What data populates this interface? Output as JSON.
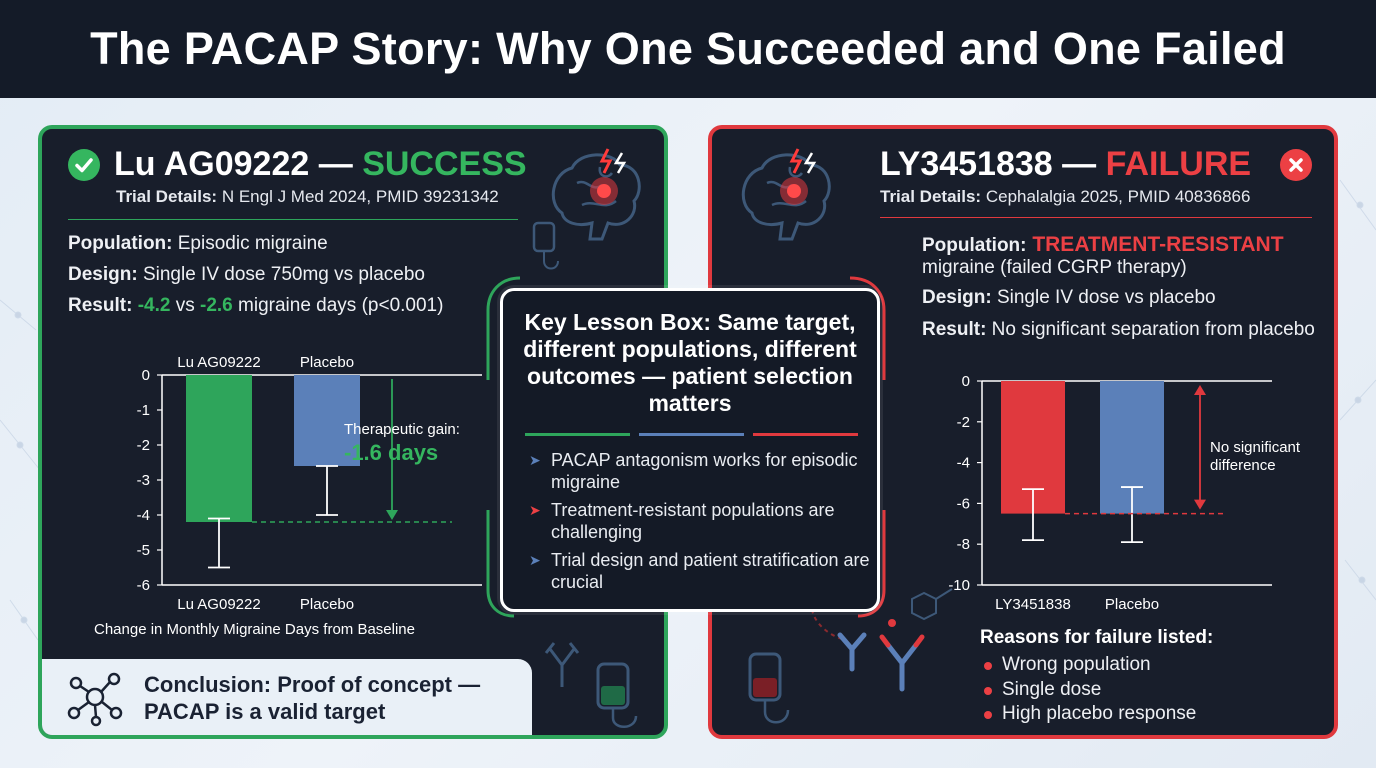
{
  "header": {
    "title": "The PACAP Story: Why One Succeeded and One Failed"
  },
  "colors": {
    "success": "#35b65f",
    "failure": "#ec4044",
    "placebo": "#5b80b9",
    "panel": "#181e2b",
    "header": "#141b28"
  },
  "left": {
    "drug": "Lu AG09222",
    "dash": " — ",
    "status": "SUCCESS",
    "details_label": "Trial Details:",
    "details_value": " N Engl J Med 2024, PMID 39231342",
    "population_label": "Population:",
    "population_value": " Episodic migraine",
    "design_label": "Design:",
    "design_value": " Single IV dose 750mg vs placebo",
    "result_label": "Result:",
    "result_drug": "-4.2",
    "result_vs": " vs ",
    "result_placebo": "-2.6",
    "result_rest": " migraine days (p<0.001)",
    "gain_label": "Therapeutic gain:",
    "gain_value": "-1.6 days",
    "conclusion": "Conclusion: Proof of concept — PACAP is a valid target"
  },
  "right": {
    "drug": "LY3451838",
    "dash": " — ",
    "status": "FAILURE",
    "details_label": "Trial Details:",
    "details_value": " Cephalalgia 2025, PMID 40836866",
    "population_label": "Population:",
    "population_value": " TREATMENT-RESISTANT",
    "population_value2": "migraine (failed CGRP therapy)",
    "design_label": "Design:",
    "design_value": " Single IV dose vs placebo",
    "result_label": "Result:",
    "result_value": " No significant separation from placebo",
    "annotation": "No significant difference",
    "reasons_title": "Reasons for failure listed:",
    "reasons": [
      "Wrong population",
      "Single dose",
      "High placebo response"
    ]
  },
  "key_box": {
    "title": "Key Lesson Box: Same target, different populations, different outcomes — patient selection matters",
    "bullets": [
      {
        "text": "PACAP antagonism works for episodic migraine",
        "color": "#5b80b9"
      },
      {
        "text": "Treatment-resistant populations are challenging",
        "color": "#ec4044"
      },
      {
        "text": "Trial design and patient stratification are crucial",
        "color": "#5b80b9"
      }
    ]
  },
  "chart_data": [
    {
      "type": "bar",
      "categories": [
        "Lu AG09222",
        "Placebo"
      ],
      "top_labels": [
        "Lu AG09222",
        "Placebo"
      ],
      "values": [
        -4.2,
        -2.6
      ],
      "error_low": [
        -5.5,
        -4.0
      ],
      "error_high": [
        -4.1,
        -2.6
      ],
      "colors": [
        "#2ea55b",
        "#5b80b9"
      ],
      "yticks": [
        0,
        -1,
        -2,
        -3,
        -4,
        -5,
        -6
      ],
      "ylim": [
        -6,
        0
      ],
      "xlabel": "Change in Monthly Migraine Days from Baseline"
    },
    {
      "type": "bar",
      "categories": [
        "LY3451838",
        "Placebo"
      ],
      "values": [
        -6.5,
        -6.5
      ],
      "error_low": [
        -7.8,
        -7.9
      ],
      "error_high": [
        -5.3,
        -5.2
      ],
      "colors": [
        "#e0393e",
        "#5b80b9"
      ],
      "yticks": [
        0,
        -2,
        -4,
        -6,
        -8,
        -10
      ],
      "ylim": [
        -10,
        0
      ]
    }
  ]
}
